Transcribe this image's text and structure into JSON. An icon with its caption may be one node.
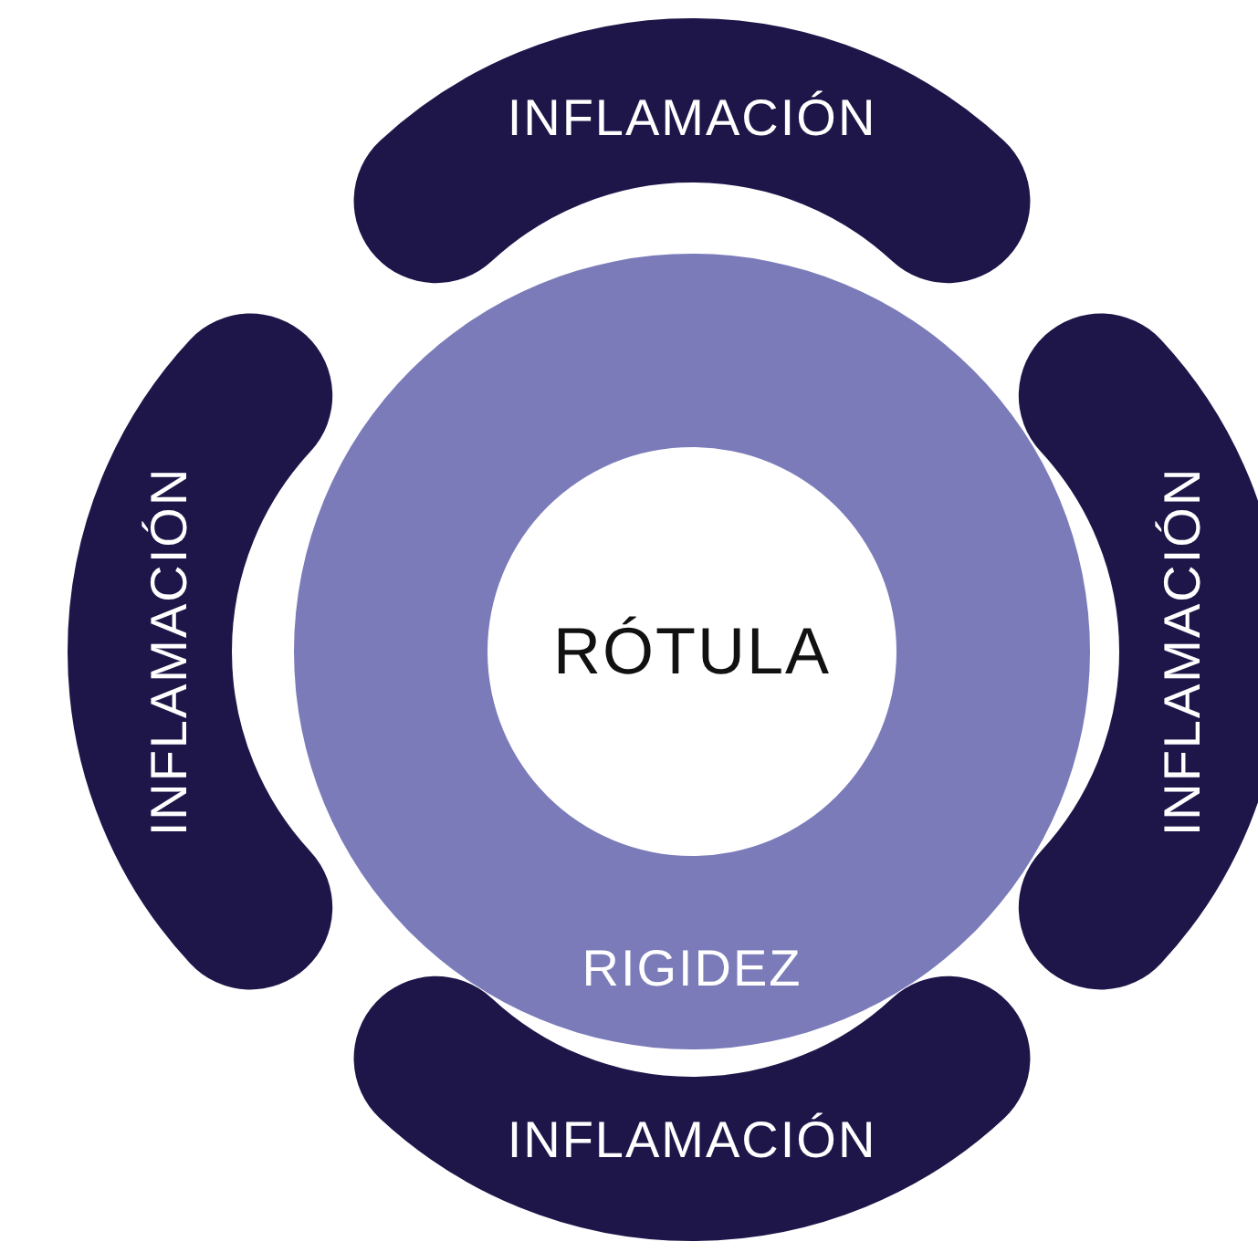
{
  "diagram": {
    "nodes": [
      {
        "text": [
          "RIGIDEZ"
        ]
      },
      {
        "text": [
          "RÓTULA"
        ],
        "in": 0
      },
      {
        "text": [
          "INFLAMACIÓN"
        ]
      },
      {
        "text": [
          "INFLAMACIÓN"
        ]
      },
      {
        "text": [
          "INFLAMACIÓN"
        ]
      },
      {
        "text": [
          "INFLAMACIÓN"
        ]
      }
    ]
  }
}
